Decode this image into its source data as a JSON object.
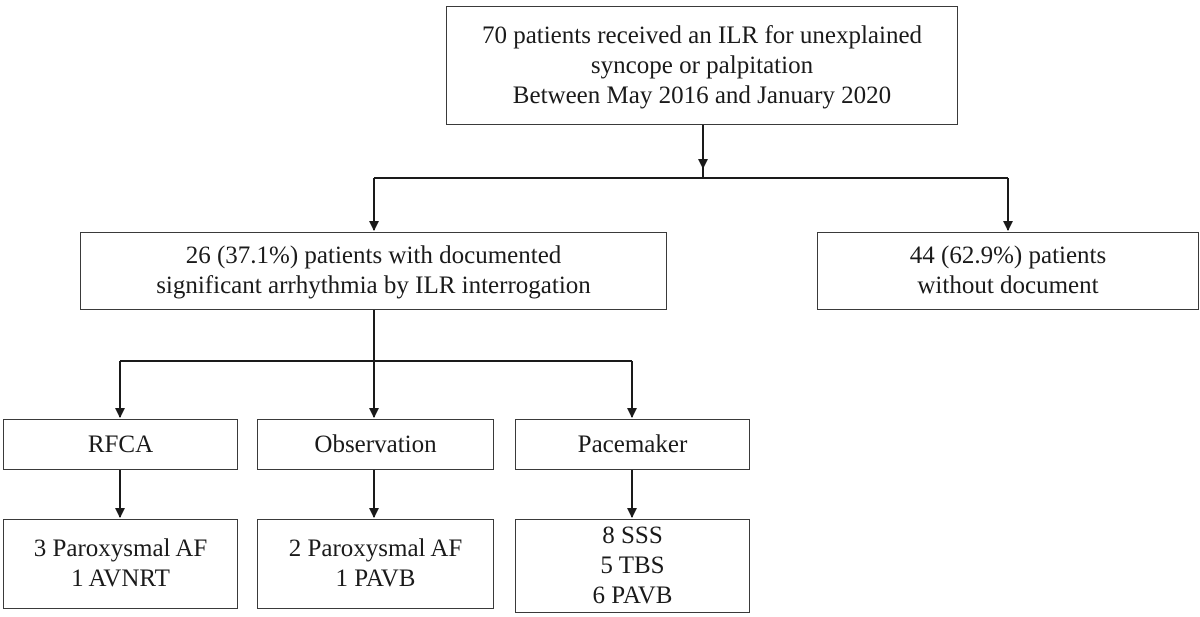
{
  "diagram": {
    "nodes": {
      "top": {
        "lines": [
          "70 patients received an ILR for unexplained",
          "syncope or palpitation",
          "Between May 2016 and January 2020"
        ]
      },
      "significant": {
        "lines": [
          "26 (37.1%) patients with documented",
          "significant arrhythmia by ILR interrogation"
        ]
      },
      "no_document": {
        "lines": [
          "44 (62.9%) patients",
          "without document"
        ]
      },
      "rfca": {
        "label": "RFCA"
      },
      "observation": {
        "label": "Observation"
      },
      "pacemaker": {
        "label": "Pacemaker"
      },
      "rfca_result": {
        "lines": [
          "3 Paroxysmal AF",
          "1 AVNRT"
        ]
      },
      "observation_result": {
        "lines": [
          "2 Paroxysmal AF",
          "1 PAVB"
        ]
      },
      "pacemaker_result": {
        "lines": [
          "8 SSS",
          "5 TBS",
          "6 PAVB"
        ]
      }
    },
    "edges": [
      {
        "from": "top",
        "to": "significant"
      },
      {
        "from": "top",
        "to": "no_document"
      },
      {
        "from": "significant",
        "to": "rfca"
      },
      {
        "from": "significant",
        "to": "observation"
      },
      {
        "from": "significant",
        "to": "pacemaker"
      },
      {
        "from": "rfca",
        "to": "rfca_result"
      },
      {
        "from": "observation",
        "to": "observation_result"
      },
      {
        "from": "pacemaker",
        "to": "pacemaker_result"
      }
    ],
    "colors": {
      "line": "#1a1a1a",
      "box_border": "#3a3a3a",
      "background": "#ffffff"
    }
  }
}
